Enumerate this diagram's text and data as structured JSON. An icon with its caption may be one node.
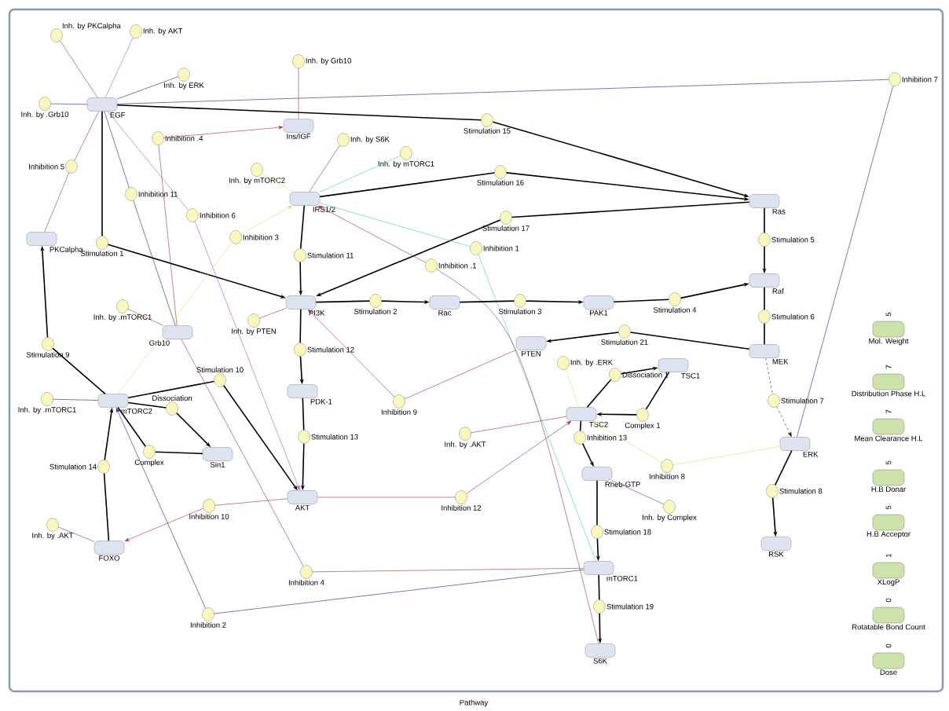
{
  "diagram": {
    "nodes": [
      {
        "text": [
          "EGF"
        ]
      },
      {
        "text": [
          "Inh. by PKCalpha"
        ]
      },
      {
        "text": [
          "Inh. by AKT"
        ]
      },
      {
        "text": [
          "Inh. by ERK"
        ]
      },
      {
        "text": [
          "Inh. by .Grb10"
        ]
      },
      {
        "text": [
          "Inh. by Grb10"
        ]
      },
      {
        "text": [
          "Ins/IGF"
        ]
      },
      {
        "text": [
          "Inhibition .4"
        ]
      },
      {
        "text": [
          "Inhibition 5"
        ]
      },
      {
        "text": [
          "Inhibition 11"
        ]
      },
      {
        "text": [
          "Inhibition 6"
        ]
      },
      {
        "text": [
          "Stimulation 1"
        ]
      },
      {
        "text": [
          "PKCalpha"
        ]
      },
      {
        "text": [
          "Inh. by S6K"
        ]
      },
      {
        "text": [
          "Inh. by mTORC1"
        ]
      },
      {
        "text": [
          "Inh. by mTORC2"
        ]
      },
      {
        "text": [
          "IRS1/2"
        ]
      },
      {
        "text": [
          "Inhibition 3"
        ]
      },
      {
        "text": [
          "Stimulation 11"
        ]
      },
      {
        "text": [
          "Stimulation 15"
        ]
      },
      {
        "text": [
          "Stimulation 16"
        ]
      },
      {
        "text": [
          "Stimulation 17"
        ]
      },
      {
        "text": [
          "Inhibition 1"
        ]
      },
      {
        "text": [
          "Inhibition .1"
        ]
      },
      {
        "text": [
          "Ras"
        ]
      },
      {
        "text": [
          "Inhibition 7"
        ]
      },
      {
        "text": [
          "Stimulation 5"
        ]
      },
      {
        "text": [
          "PI3K"
        ]
      },
      {
        "text": [
          "Stimulation 2"
        ]
      },
      {
        "text": [
          "Rac"
        ]
      },
      {
        "text": [
          "Stimulation 3"
        ]
      },
      {
        "text": [
          "PAK1"
        ]
      },
      {
        "text": [
          "Stimulation 4"
        ]
      },
      {
        "text": [
          "Raf"
        ]
      },
      {
        "text": [
          "Stimulation 6"
        ]
      },
      {
        "text": [
          "Stimulation 21"
        ]
      },
      {
        "text": [
          "MEK"
        ]
      },
      {
        "text": [
          "PTEN"
        ]
      },
      {
        "text": [
          "Inh. by .mTORC1"
        ]
      },
      {
        "text": [
          "Grb10"
        ]
      },
      {
        "text": [
          "Inh. by PTEN"
        ]
      },
      {
        "text": [
          "Stimulation 12"
        ]
      },
      {
        "text": [
          "Stimulation 9"
        ]
      },
      {
        "text": [
          "TSC1"
        ]
      },
      {
        "text": [
          "Inh. by .ERK"
        ]
      },
      {
        "text": [
          "Dissociation 1"
        ]
      },
      {
        "text": [
          "Stimulation 10"
        ]
      },
      {
        "text": [
          "PDK-1"
        ]
      },
      {
        "text": [
          "Inh. by .mTORC1"
        ]
      },
      {
        "text": [
          "mTORC2"
        ]
      },
      {
        "text": [
          "Stimulation 7"
        ]
      },
      {
        "text": [
          "Inhibition 9"
        ]
      },
      {
        "text": [
          "Dissociation"
        ]
      },
      {
        "text": [
          "TSC2"
        ]
      },
      {
        "text": [
          "Complex 1"
        ]
      },
      {
        "text": [
          "Inh. by .AKT"
        ]
      },
      {
        "text": [
          "Stimulation 13"
        ]
      },
      {
        "text": [
          "Inhibition 13"
        ]
      },
      {
        "text": [
          "ERK"
        ]
      },
      {
        "text": [
          "Complex"
        ]
      },
      {
        "text": [
          "Sin1"
        ]
      },
      {
        "text": [
          "Stimulation 14"
        ]
      },
      {
        "text": [
          "Inhibition 8"
        ]
      },
      {
        "text": [
          "Rheb-GTP"
        ]
      },
      {
        "text": [
          "Stimulation 8"
        ]
      },
      {
        "text": [
          "AKT"
        ]
      },
      {
        "text": [
          "Inhibition 12"
        ]
      },
      {
        "text": [
          "Inhibition 10"
        ]
      },
      {
        "text": [
          "Inh. by Complex"
        ]
      },
      {
        "text": [
          "Inh. by .AKT"
        ]
      },
      {
        "text": [
          "Stimulation 18"
        ]
      },
      {
        "text": [
          "RSK"
        ]
      },
      {
        "text": [
          "FOXO"
        ]
      },
      {
        "text": [
          "mTORC1"
        ]
      },
      {
        "text": [
          "Inhibition 4"
        ]
      },
      {
        "text": [
          "Stimulation 19"
        ]
      },
      {
        "text": [
          "Inhibition 2"
        ]
      },
      {
        "text": [
          "S6K"
        ]
      },
      {
        "text": [
          "Mol. Weight"
        ],
        "beside": [
          "5"
        ]
      },
      {
        "text": [
          "Distribution Phase H.L"
        ],
        "beside": [
          "7"
        ]
      },
      {
        "text": [
          "Mean Clearance H.L"
        ],
        "beside": [
          "7"
        ]
      },
      {
        "text": [
          "H.B Donar"
        ],
        "beside": [
          "5"
        ]
      },
      {
        "text": [
          "H.B Acceptor"
        ],
        "beside": [
          "5"
        ]
      },
      {
        "text": [
          "XLogP"
        ],
        "beside": [
          "1"
        ]
      },
      {
        "text": [
          "Rotatable Bond Count"
        ],
        "beside": [
          "0"
        ]
      },
      {
        "text": [
          "Dose"
        ],
        "beside": [
          "0"
        ]
      }
    ],
    "edges": [
      {
        "from": 1,
        "to": 0,
        "arrow": "none",
        "color": "#a03030"
      },
      {
        "from": 2,
        "to": 0,
        "arrow": "none",
        "color": "#b050c0"
      },
      {
        "from": 3,
        "to": 0,
        "arrow": "none",
        "color": "#202080"
      },
      {
        "from": 4,
        "to": 0,
        "arrow": "none",
        "color": "#202080"
      },
      {
        "from": 0,
        "to": 8,
        "arrow": "none",
        "color": "#a03030"
      },
      {
        "from": 8,
        "to": 12,
        "arrow": "none",
        "color": "#a03030"
      },
      {
        "from": 0,
        "to": 9,
        "arrow": "none",
        "color": "#202080"
      },
      {
        "from": 9,
        "to": 39,
        "arrow": "none",
        "color": "#202080"
      },
      {
        "from": 0,
        "to": 10,
        "arrow": "none",
        "color": "#b050c0"
      },
      {
        "from": 10,
        "to": 65,
        "arrow": "to",
        "color": "#b050c0"
      },
      {
        "from": 0,
        "to": 11,
        "arrow": "none"
      },
      {
        "from": 11,
        "to": 27,
        "arrow": "to"
      },
      {
        "from": 0,
        "to": 19,
        "arrow": "none"
      },
      {
        "from": 19,
        "to": 24,
        "arrow": "to"
      },
      {
        "from": 0,
        "to": 25,
        "arrow": "none",
        "color": "#202080"
      },
      {
        "from": 25,
        "to": 58,
        "arrow": "none",
        "color": "#202080"
      },
      {
        "from": 7,
        "to": 6,
        "arrow": "to",
        "color": "#a03030"
      },
      {
        "from": 7,
        "to": 39,
        "arrow": "none",
        "color": "#a03030"
      },
      {
        "from": 5,
        "to": 6,
        "arrow": "none",
        "color": "#a03030"
      },
      {
        "from": 13,
        "to": 16,
        "arrow": "none",
        "color": "#a03030"
      },
      {
        "from": 14,
        "to": 16,
        "arrow": "none",
        "color": "#40c8d0"
      },
      {
        "from": 15,
        "to": 16,
        "arrow": "none",
        "color": "#e0d870"
      },
      {
        "from": 16,
        "to": 20,
        "arrow": "none"
      },
      {
        "from": 20,
        "to": 24,
        "arrow": "to"
      },
      {
        "from": 24,
        "to": 21,
        "arrow": "none"
      },
      {
        "from": 21,
        "to": 27,
        "arrow": "to"
      },
      {
        "from": 16,
        "to": 22,
        "arrow": "none",
        "color": "#40c8d0"
      },
      {
        "from": 22,
        "to": 73,
        "arrow": "none",
        "color": "#40c8d0"
      },
      {
        "from": 23,
        "to": 16,
        "arrow": "to",
        "color": "#a03030"
      },
      {
        "from": 23,
        "to": 77,
        "arrow": "none",
        "color": "#a03030"
      },
      {
        "from": 49,
        "to": 17,
        "arrow": "none",
        "color": "#e0d870"
      },
      {
        "from": 17,
        "to": 16,
        "arrow": "to",
        "color": "#e0d870"
      },
      {
        "from": 16,
        "to": 18,
        "arrow": "none"
      },
      {
        "from": 18,
        "to": 27,
        "arrow": "to"
      },
      {
        "from": 27,
        "to": 28,
        "arrow": "none"
      },
      {
        "from": 28,
        "to": 29,
        "arrow": "to"
      },
      {
        "from": 29,
        "to": 30,
        "arrow": "none"
      },
      {
        "from": 30,
        "to": 31,
        "arrow": "to"
      },
      {
        "from": 31,
        "to": 32,
        "arrow": "none"
      },
      {
        "from": 32,
        "to": 33,
        "arrow": "to"
      },
      {
        "from": 24,
        "to": 26,
        "arrow": "none"
      },
      {
        "from": 26,
        "to": 33,
        "arrow": "to"
      },
      {
        "from": 33,
        "to": 34,
        "arrow": "none"
      },
      {
        "from": 34,
        "to": 36,
        "arrow": "none"
      },
      {
        "from": 36,
        "to": 35,
        "arrow": "none"
      },
      {
        "from": 35,
        "to": 37,
        "arrow": "to"
      },
      {
        "from": 36,
        "to": 50,
        "arrow": "none",
        "style": "dashed"
      },
      {
        "from": 50,
        "to": 58,
        "arrow": "to",
        "style": "dashed"
      },
      {
        "from": 58,
        "to": 64,
        "arrow": "none"
      },
      {
        "from": 64,
        "to": 71,
        "arrow": "to"
      },
      {
        "from": 40,
        "to": 27,
        "arrow": "none",
        "color": "#a03030"
      },
      {
        "from": 37,
        "to": 51,
        "arrow": "none",
        "color": "#a03030"
      },
      {
        "from": 51,
        "to": 27,
        "arrow": "to",
        "color": "#a03030"
      },
      {
        "from": 27,
        "to": 41,
        "arrow": "none"
      },
      {
        "from": 41,
        "to": 47,
        "arrow": "to"
      },
      {
        "from": 47,
        "to": 56,
        "arrow": "none"
      },
      {
        "from": 56,
        "to": 65,
        "arrow": "to"
      },
      {
        "from": 38,
        "to": 39,
        "arrow": "none",
        "color": "#a03030"
      },
      {
        "from": 39,
        "to": 74,
        "arrow": "none",
        "color": "#a03030"
      },
      {
        "from": 74,
        "to": 73,
        "arrow": "none",
        "color": "#a03030"
      },
      {
        "from": 49,
        "to": 42,
        "arrow": "none"
      },
      {
        "from": 42,
        "to": 12,
        "arrow": "to"
      },
      {
        "from": 48,
        "to": 49,
        "arrow": "none",
        "color": "#202080"
      },
      {
        "from": 49,
        "to": 46,
        "arrow": "none"
      },
      {
        "from": 46,
        "to": 65,
        "arrow": "to"
      },
      {
        "from": 49,
        "to": 52,
        "arrow": "none"
      },
      {
        "from": 52,
        "to": 60,
        "arrow": "to"
      },
      {
        "from": 60,
        "to": 59,
        "arrow": "none"
      },
      {
        "from": 59,
        "to": 49,
        "arrow": "none"
      },
      {
        "from": 72,
        "to": 61,
        "arrow": "none"
      },
      {
        "from": 61,
        "to": 49,
        "arrow": "to"
      },
      {
        "from": 69,
        "to": 72,
        "arrow": "none",
        "color": "#a03030"
      },
      {
        "from": 65,
        "to": 67,
        "arrow": "none",
        "color": "#a03030"
      },
      {
        "from": 67,
        "to": 72,
        "arrow": "to",
        "color": "#a03030"
      },
      {
        "from": 73,
        "to": 76,
        "arrow": "none",
        "color": "#202080"
      },
      {
        "from": 76,
        "to": 49,
        "arrow": "to",
        "color": "#202080"
      },
      {
        "from": 65,
        "to": 66,
        "arrow": "none",
        "color": "#a03030"
      },
      {
        "from": 66,
        "to": 53,
        "arrow": "to",
        "color": "#a03030"
      },
      {
        "from": 55,
        "to": 53,
        "arrow": "none",
        "color": "#a03030"
      },
      {
        "from": 44,
        "to": 53,
        "arrow": "none",
        "color": "#e0d870"
      },
      {
        "from": 53,
        "to": 45,
        "arrow": "none"
      },
      {
        "from": 45,
        "to": 43,
        "arrow": "to"
      },
      {
        "from": 43,
        "to": 54,
        "arrow": "none"
      },
      {
        "from": 54,
        "to": 53,
        "arrow": "to"
      },
      {
        "from": 58,
        "to": 62,
        "arrow": "none",
        "color": "#e0d870"
      },
      {
        "from": 62,
        "to": 53,
        "arrow": "to",
        "color": "#e0d870"
      },
      {
        "from": 53,
        "to": 57,
        "arrow": "none"
      },
      {
        "from": 57,
        "to": 63,
        "arrow": "to"
      },
      {
        "from": 63,
        "to": 68,
        "arrow": "none",
        "color": "#a03030"
      },
      {
        "from": 63,
        "to": 70,
        "arrow": "none"
      },
      {
        "from": 70,
        "to": 73,
        "arrow": "to"
      },
      {
        "from": 73,
        "to": 75,
        "arrow": "none"
      },
      {
        "from": 75,
        "to": 77,
        "arrow": "to"
      }
    ],
    "labels": [
      "Pathway"
    ]
  }
}
